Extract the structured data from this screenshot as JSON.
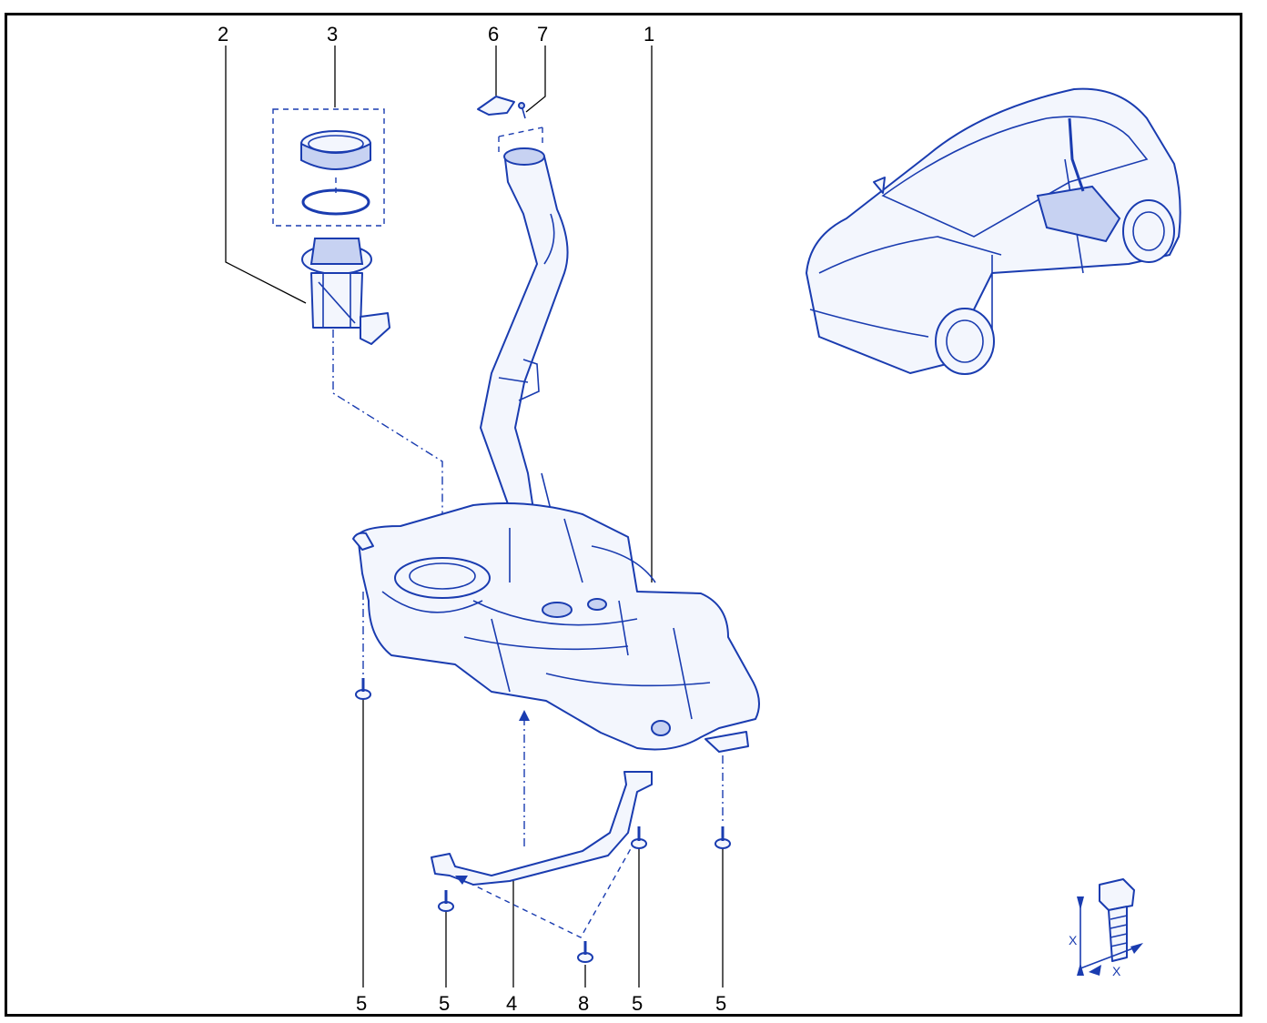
{
  "callouts": {
    "c1": "1",
    "c2": "2",
    "c3": "3",
    "c4": "4",
    "c5a": "5",
    "c5b": "5",
    "c5c": "5",
    "c5d": "5",
    "c6": "6",
    "c7": "7",
    "c8": "8"
  },
  "torque_symbol": {
    "dim_vertical": "X",
    "dim_horizontal": "X"
  },
  "colors": {
    "line_art": "#1a3cb0",
    "frame": "#000000",
    "background": "#ffffff"
  }
}
